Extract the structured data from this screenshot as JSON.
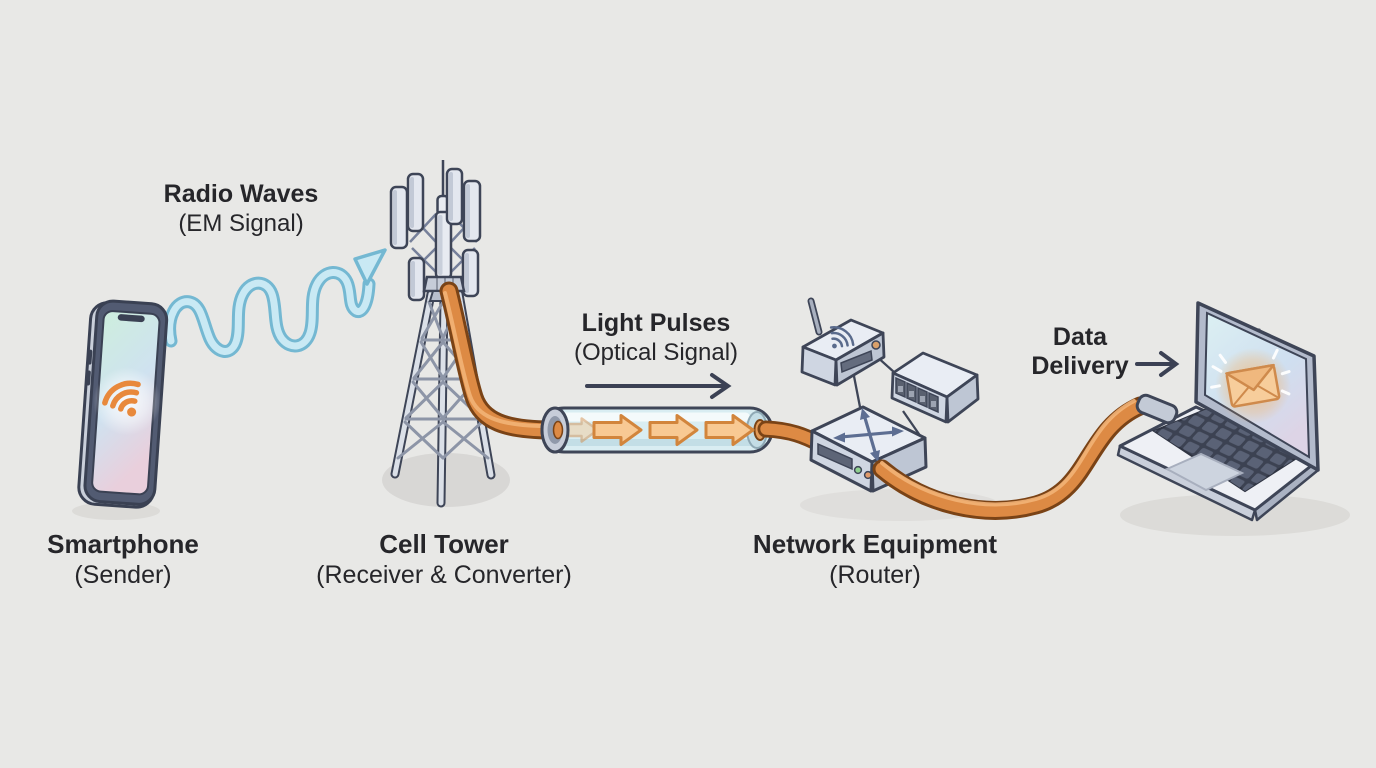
{
  "scene": {
    "background_color": "#e8e8e6",
    "outline_color": "#3e4557",
    "cable_color": "#dd8a44",
    "wave_color": "#c6e9f4",
    "pulse_fill": "#f8c993",
    "glow_color": "#f6b164"
  },
  "flow_labels": {
    "radio_waves": {
      "title": "Radio Waves",
      "subtitle": "(EM Signal)"
    },
    "light_pulses": {
      "title": "Light Pulses",
      "subtitle": "(Optical Signal)"
    },
    "data_delivery": {
      "title": "Data",
      "subtitle": "Delivery"
    }
  },
  "node_labels": {
    "smartphone": {
      "title": "Smartphone",
      "subtitle": "(Sender)"
    },
    "cell_tower": {
      "title": "Cell Tower",
      "subtitle": "(Receiver & Converter)"
    },
    "network_equipment": {
      "title": "Network Equipment",
      "subtitle": "(Router)"
    }
  },
  "icons": {
    "smartphone_screen": "wifi-icon",
    "wifi_router_top": "wifi-arcs-icon",
    "edge_router_top": "crossed-arrows-icon",
    "laptop_screen": "envelope-icon"
  }
}
